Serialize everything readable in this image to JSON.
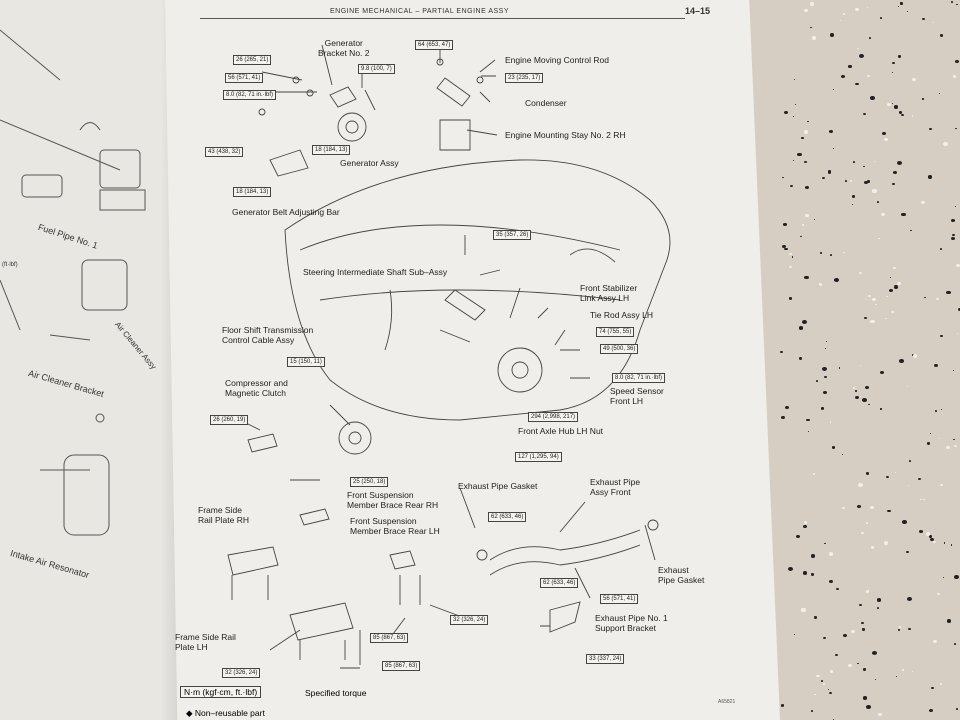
{
  "header": {
    "title": "ENGINE MECHANICAL  –  PARTIAL ENGINE ASSY",
    "page_number": "14–15"
  },
  "torque_boxes": [
    "26 (265, 21)",
    "56 (571, 41)",
    "8.0 (82, 71 in.·lbf)",
    "9.8 (100, 7)",
    "43 (438, 32)",
    "18 (184, 13)",
    "18 (184, 13)",
    "64 (653, 47)",
    "23 (235, 17)",
    "35 (357, 26)",
    "74 (755, 55)",
    "49 (500, 36)",
    "8.0 (82, 71 in.·lbf)",
    "294 (2,998, 217)",
    "127 (1,295, 94)",
    "15 (150, 11)",
    "26 (260, 19)",
    "25 (250, 18)",
    "62 (633, 46)",
    "62 (633, 46)",
    "56 (571, 41)",
    "32 (326, 24)",
    "85 (867, 63)",
    "32 (326, 24)",
    "85 (867, 63)",
    "33 (337, 24)"
  ],
  "labels": {
    "gen_bracket": "Generator\nBracket No. 2",
    "gen_assy": "Generator Assy",
    "gen_belt": "Generator Belt Adjusting Bar",
    "emcr": "Engine Moving Control Rod",
    "condenser": "Condenser",
    "ems": "Engine Mounting Stay No. 2 RH",
    "steering": "Steering Intermediate Shaft Sub–Assy",
    "floor_shift": "Floor Shift Transmission\nControl Cable Assy",
    "stabilizer": "Front Stabilizer\nLink Assy LH",
    "tie_rod": "Tie Rod Assy LH",
    "speed_sensor": "Speed Sensor\nFront LH",
    "axle_nut": "Front Axle Hub LH Nut",
    "compressor": "Compressor and\nMagnetic Clutch",
    "frame_side_rh": "Frame Side\nRail Plate RH",
    "fsmb_rh": "Front Suspension\nMember Brace Rear RH",
    "fsmb_lh": "Front Suspension\nMember Brace Rear LH",
    "exhaust_gasket": "Exhaust Pipe Gasket",
    "exhaust_front": "Exhaust Pipe\nAssy Front",
    "exhaust_gasket2": "Exhaust\nPipe Gasket",
    "exhaust_bracket": "Exhaust Pipe No. 1\nSupport Bracket",
    "frame_side_lh": "Frame Side Rail\nPlate LH"
  },
  "legend": {
    "unit": "N·m (kgf·cm, ft.·lbf)",
    "unit_meaning": "Specified torque",
    "non_reusable": "◆ Non–reusable part"
  },
  "figure_code": "A65821",
  "left_page": {
    "labels": [
      "Fuel Pipe No. 1",
      "Air Cleaner Bracket",
      "Intake Air Resonator",
      "Air Cleaner Assy",
      "(ft·lbf)"
    ]
  },
  "colors": {
    "paper": "#efeeea",
    "ink": "#222222",
    "floor": "#d6cec3"
  }
}
